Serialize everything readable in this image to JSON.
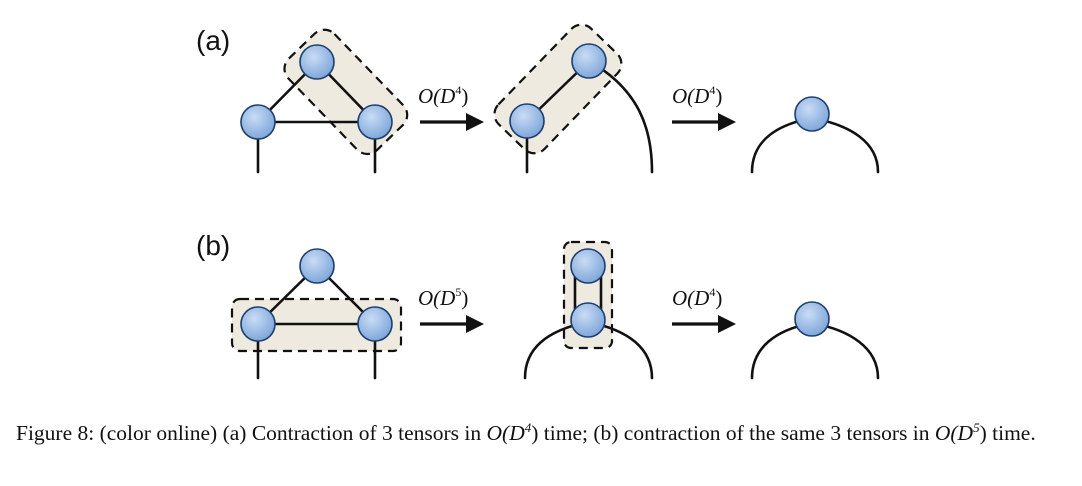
{
  "panels": [
    {
      "label": "(a)",
      "steps": [
        {
          "base": "O(D",
          "exp": "4",
          "close": ")"
        },
        {
          "base": "O(D",
          "exp": "4",
          "close": ")"
        }
      ]
    },
    {
      "label": "(b)",
      "steps": [
        {
          "base": "O(D",
          "exp": "5",
          "close": ")"
        },
        {
          "base": "O(D",
          "exp": "4",
          "close": ")"
        }
      ]
    }
  ],
  "colors": {
    "node_fill": "#8fb4e4",
    "node_stroke": "#1d3f6e",
    "group_fill": "#eeeae0"
  },
  "caption": {
    "lead": "Figure 8: (color online) (a) Contraction of 3 tensors in ",
    "cost_a_base": "O(D",
    "cost_a_exp": "4",
    "cost_a_close": ")",
    "middle": " time; (b) contraction of the same 3 tensors in ",
    "cost_b_base": "O(D",
    "cost_b_exp": "5",
    "cost_b_close": ")",
    "tail": " time."
  }
}
